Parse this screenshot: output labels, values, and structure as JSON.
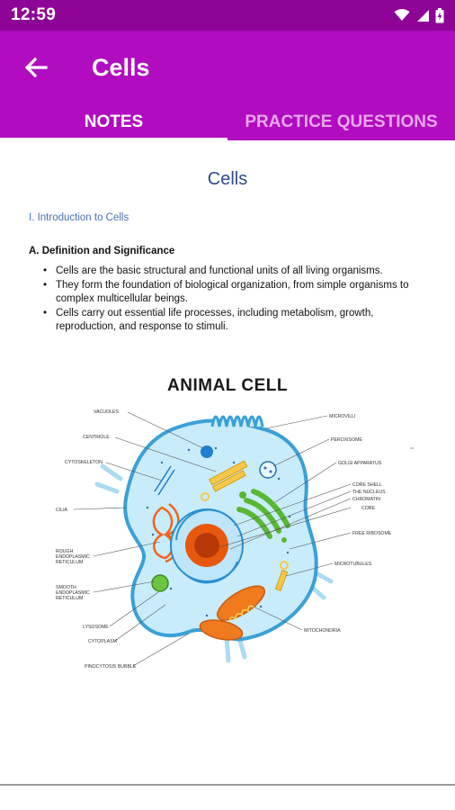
{
  "status_bar": {
    "time": "12:59",
    "icons": [
      "wifi-icon",
      "signal-icon",
      "battery-icon"
    ]
  },
  "app_bar": {
    "title": "Cells",
    "back_icon": "arrow-left-icon"
  },
  "tabs": [
    {
      "label": "NOTES",
      "active": true
    },
    {
      "label": "PRACTICE QUESTIONS",
      "active": false
    }
  ],
  "document": {
    "title": "Cells",
    "section_link": "I. Introduction to Cells",
    "subheading": "A. Definition and Significance",
    "bullets": [
      "Cells are the basic structural and functional units of all living organisms.",
      "They form the foundation of biological organization, from simple organisms to complex multicellular beings.",
      "Cells carry out essential life processes, including metabolism, growth, reproduction, and response to stimuli."
    ]
  },
  "figure": {
    "title": "ANIMAL CELL",
    "labels": {
      "vacuoles": "VACUOLES",
      "centriole": "CENTRIOLE",
      "cytoskeleton": "CYTOSKELETON",
      "cilia": "CILIA",
      "rough_er": [
        "ROUGH",
        "ENDOPLASMIC",
        "RETICULUM"
      ],
      "smooth_er": [
        "SMOOTH",
        "ENDOPLASMIC",
        "RETICULUM"
      ],
      "lysosome": "LYSOSOME",
      "cytoplasm": "CYTOPLASM",
      "pinocytosis": "PINOCYTOSIS BUBBLE",
      "microvilli": "MICROVILLI",
      "peroxisome": "PEROXISOME",
      "golgi": "GOLGI APPARATUS",
      "core_shell": "CORE SHELL",
      "the_nucleus": "THE NUCLEUS",
      "chromatin": "CHROMATIN",
      "core": "CORE",
      "free_ribosome": "FREE RIBOSOME",
      "microtubules": "MICROTUBULES",
      "mitochondria": "MITOCHONDRIA"
    },
    "colors": {
      "cytoplasm": "#c9ecfb",
      "membrane": "#3aa0d8",
      "nucleus": "#e8580c",
      "golgi": "#58b832",
      "mitochondria": "#f07a1e",
      "rough_er": "#f0641e"
    }
  },
  "theme": {
    "status_bar": "#8e0496",
    "app_bar": "#b10cbf",
    "tab_inactive": "#e8a6ee"
  }
}
